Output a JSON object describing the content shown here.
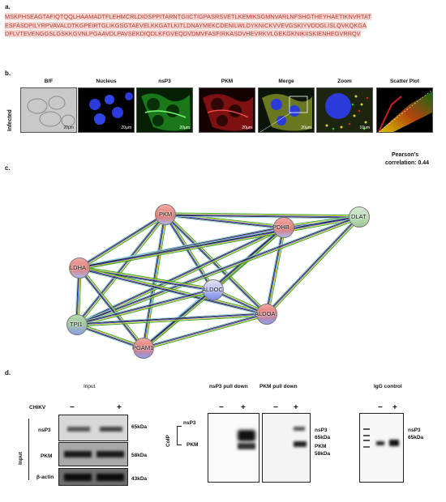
{
  "panel_a": {
    "label": "a.",
    "sequence_lines": [
      "MSKPHSEAGTAFIQTQQLHAAMADTFLEHMCRLDIDSPPITARNTGIICTIGPASRSVETLKEMIKSGMNVARLNFSHGTHEYHAETIKNVRTAT",
      "ESFASDPILYRPVAVALDTKGPEIRTGLIKGSGTAEVELKKGATLKITLDNAYMEKCDENILWLDYKNICKVVEVGSKIYVDDGLISLQVKQKGA",
      "DFLVTEVENGGSLGSKKGVNLPGAAVDLPAVSEKDIQDLKFGVEQDVDMVFASFIRKASDVHEVRKVLGEKGKNIKIISKIENHEGVRRQV"
    ]
  },
  "panel_b": {
    "label": "b.",
    "row_label": "Infected",
    "columns": [
      "B/F",
      "Nucleus",
      "nsP3",
      "PKM",
      "Merge",
      "Zoom",
      "Scatter Plot"
    ],
    "scale_bars": [
      "20µm",
      "20µm",
      "20µm",
      "20µm",
      "20µm",
      "10µm"
    ],
    "pearson_label": "Pearson's",
    "pearson_value": "correlation: 0.44"
  },
  "panel_c": {
    "label": "c.",
    "nodes": [
      "PKM",
      "PDHB",
      "DLAT",
      "LDHA",
      "ALDOC",
      "ALDOA",
      "TPI1",
      "PGAM1"
    ]
  },
  "panel_d": {
    "label": "d.",
    "input_title": "Input",
    "chikv_label": "CHIKV",
    "minus": "−",
    "plus": "+",
    "input_side_label": "Input",
    "input_rows": [
      "nsP3",
      "PKM",
      "β-actin"
    ],
    "input_kda": [
      "65kDa",
      "58kDa",
      "43kDa"
    ],
    "nsp3_pulldown": "nsP3 pull down",
    "pkm_pulldown": "PKM pull down",
    "coip_label": "CoIP",
    "coip_rows": [
      "nsP3",
      "PKM"
    ],
    "pulldown_markers": [
      "nsP3",
      "65kDa",
      "PKM",
      "58kDa"
    ],
    "igg_title": "IgG control",
    "igg_markers": [
      "nsP3",
      "65kDa"
    ]
  },
  "colors": {
    "sequence_text": "#b23a2f",
    "sequence_highlight": "#f7d6d1",
    "nucleus_blue": "#2a3bd9",
    "nsp3_green": "#2fbf2f",
    "pkm_red": "#c81e1e"
  }
}
